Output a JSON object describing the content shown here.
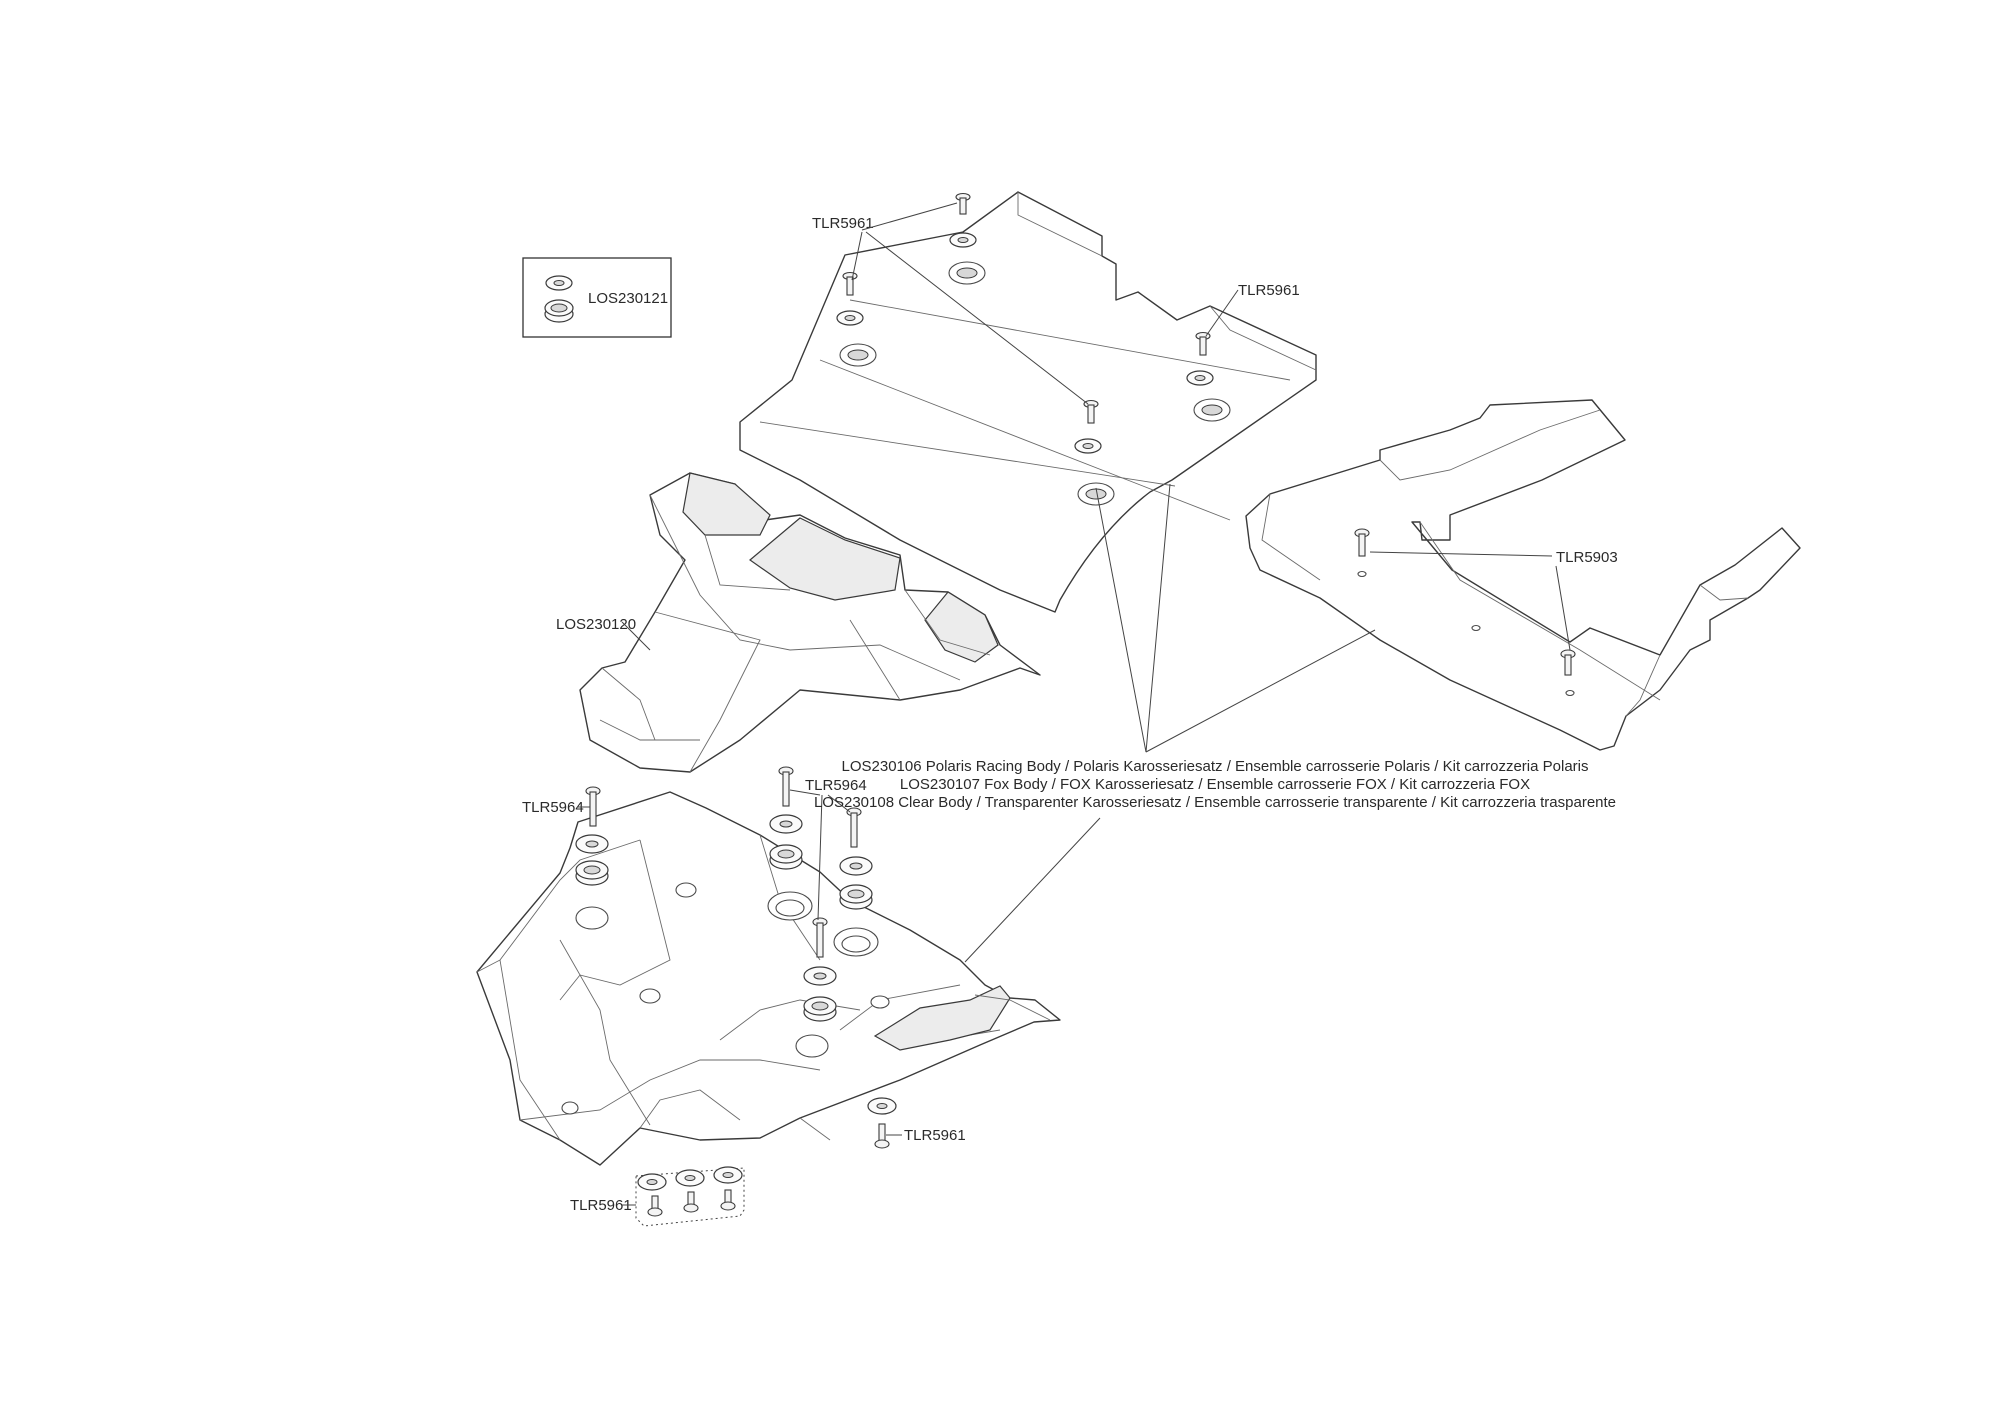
{
  "labels": {
    "inset_part": "LOS230121",
    "mid_body": "LOS230120",
    "top_left_screw": "TLR5961",
    "top_right_screw": "TLR5961",
    "right_panel_screw": "TLR5903",
    "lower_left_screw": "TLR5964",
    "lower_center_screw": "TLR5964",
    "lower_right_screw": "TLR5961",
    "bottom_screws": "TLR5961"
  },
  "body_kits": [
    "LOS230106 Polaris Racing Body / Polaris Karosseriesatz / Ensemble carrosserie Polaris / Kit carrozzeria Polaris",
    "LOS230107 Fox Body / FOX Karosseriesatz / Ensemble carrosserie FOX / Kit carrozzeria FOX",
    "LOS230108 Clear Body / Transparenter Karosseriesatz / Ensemble carrosserie transparente / Kit carrozzeria trasparente"
  ]
}
